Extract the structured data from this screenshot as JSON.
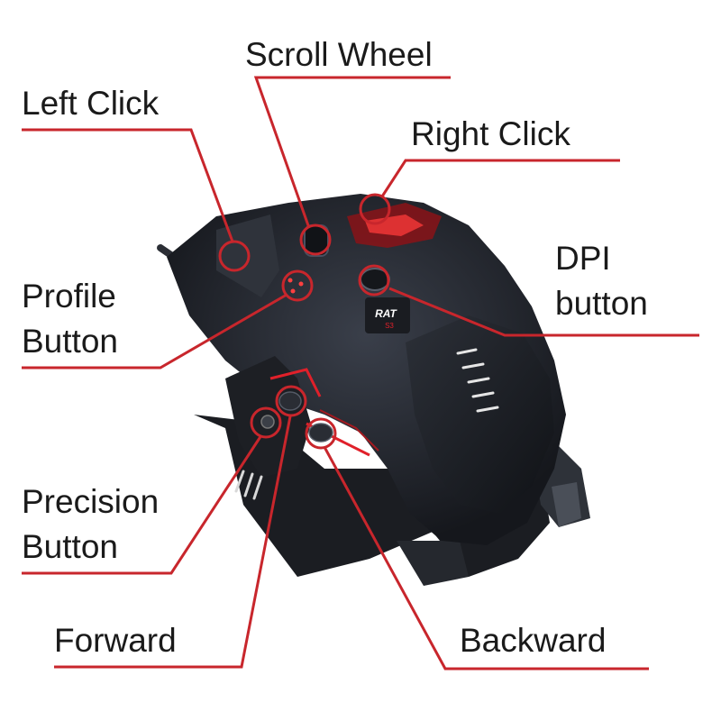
{
  "colors": {
    "callout": "#c8262c",
    "mouse_body": "#23262d",
    "mouse_highlight": "#4a5060",
    "accent_glow": "#e0202a",
    "text": "#1a1a1a"
  },
  "callouts": {
    "scroll_wheel": "Scroll Wheel",
    "left_click": "Left Click",
    "right_click": "Right Click",
    "dpi_button": {
      "line1": "DPI",
      "line2": "button"
    },
    "profile_button": {
      "line1": "Profile",
      "line2": "Button"
    },
    "precision_button": {
      "line1": "Precision",
      "line2": "Button"
    },
    "forward": "Forward",
    "backward": "Backward"
  },
  "mouse": {
    "logo_text": "RAT",
    "model_text": "S3"
  },
  "icons": {
    "mouse_image": "gaming-mouse-icon"
  }
}
